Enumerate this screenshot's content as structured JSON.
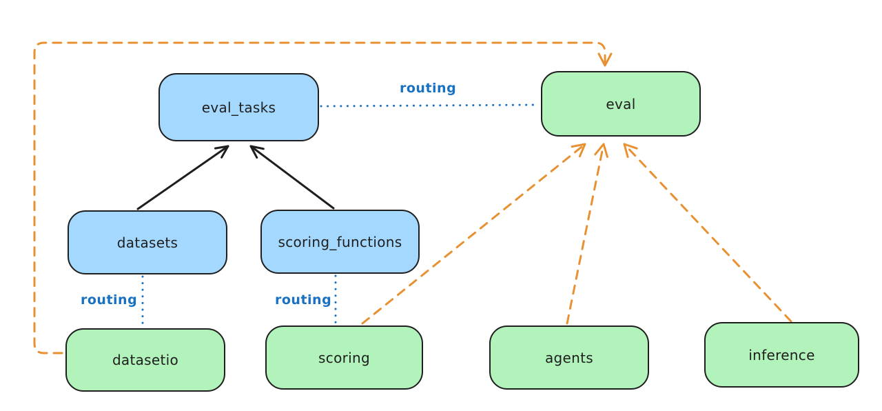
{
  "diagram": {
    "kind": "architecture-diagram",
    "labels": {
      "routing": "routing"
    },
    "nodes": {
      "eval_tasks": {
        "label": "eval_tasks",
        "color": "blue"
      },
      "datasets": {
        "label": "datasets",
        "color": "blue"
      },
      "scoring_functions": {
        "label": "scoring_functions",
        "color": "blue"
      },
      "eval": {
        "label": "eval",
        "color": "green"
      },
      "datasetio": {
        "label": "datasetio",
        "color": "green"
      },
      "scoring": {
        "label": "scoring",
        "color": "green"
      },
      "agents": {
        "label": "agents",
        "color": "green"
      },
      "inference": {
        "label": "inference",
        "color": "green"
      }
    },
    "edges": [
      {
        "from": "datasets",
        "to": "eval_tasks",
        "style": "solid",
        "color": "#1e1e1e",
        "arrow": true
      },
      {
        "from": "scoring_functions",
        "to": "eval_tasks",
        "style": "solid",
        "color": "#1e1e1e",
        "arrow": true
      },
      {
        "from": "eval_tasks",
        "to": "eval",
        "style": "dotted",
        "color": "#1971c2",
        "arrow": false,
        "label": "routing"
      },
      {
        "from": "datasets",
        "to": "datasetio",
        "style": "dotted",
        "color": "#1971c2",
        "arrow": false,
        "label": "routing"
      },
      {
        "from": "scoring_functions",
        "to": "scoring",
        "style": "dotted",
        "color": "#1971c2",
        "arrow": false,
        "label": "routing"
      },
      {
        "from": "scoring",
        "to": "eval",
        "style": "dashed",
        "color": "#e89132",
        "arrow": true
      },
      {
        "from": "agents",
        "to": "eval",
        "style": "dashed",
        "color": "#e89132",
        "arrow": true
      },
      {
        "from": "inference",
        "to": "eval",
        "style": "dashed",
        "color": "#e89132",
        "arrow": true
      },
      {
        "from": "datasetio",
        "to": "eval",
        "style": "dashed",
        "color": "#e89132",
        "arrow": true,
        "route": "around-left-and-top"
      }
    ],
    "colors": {
      "blue_fill": "#a5d8ff",
      "green_fill": "#b2f2bb",
      "stroke": "#1e1e1e",
      "routing_blue": "#1971c2",
      "orange": "#e89132",
      "background": "#ffffff"
    }
  }
}
